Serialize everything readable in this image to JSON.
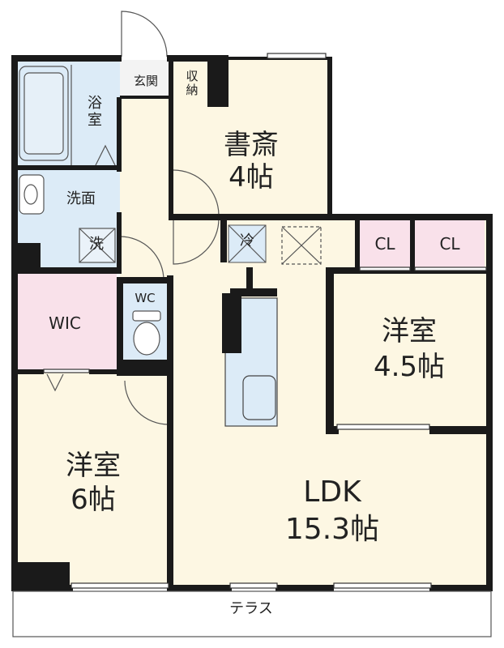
{
  "rooms": {
    "bath": {
      "label": "浴\n室"
    },
    "genkan": {
      "label": "玄関"
    },
    "storage": {
      "label": "収\n納"
    },
    "study": {
      "name": "書斎",
      "size": "4帖"
    },
    "washroom": {
      "label": "洗面"
    },
    "washer": {
      "label": "洗"
    },
    "fridge": {
      "label": "冷"
    },
    "closet_1": {
      "label": "CL"
    },
    "closet_2": {
      "label": "CL"
    },
    "wc": {
      "label": "WC"
    },
    "wic": {
      "label": "WIC"
    },
    "western_room_small": {
      "name": "洋室",
      "size": "4.5帖"
    },
    "western_room_large": {
      "name": "洋室",
      "size": "6帖"
    },
    "ldk": {
      "name": "LDK",
      "size": "15.3帖"
    },
    "terrace": {
      "label": "テラス"
    }
  },
  "colors": {
    "wet_area": "#dcebf7",
    "living_area": "#fdf7e3",
    "storage_area": "#f9e1ea",
    "wall": "#1a1a1a"
  }
}
